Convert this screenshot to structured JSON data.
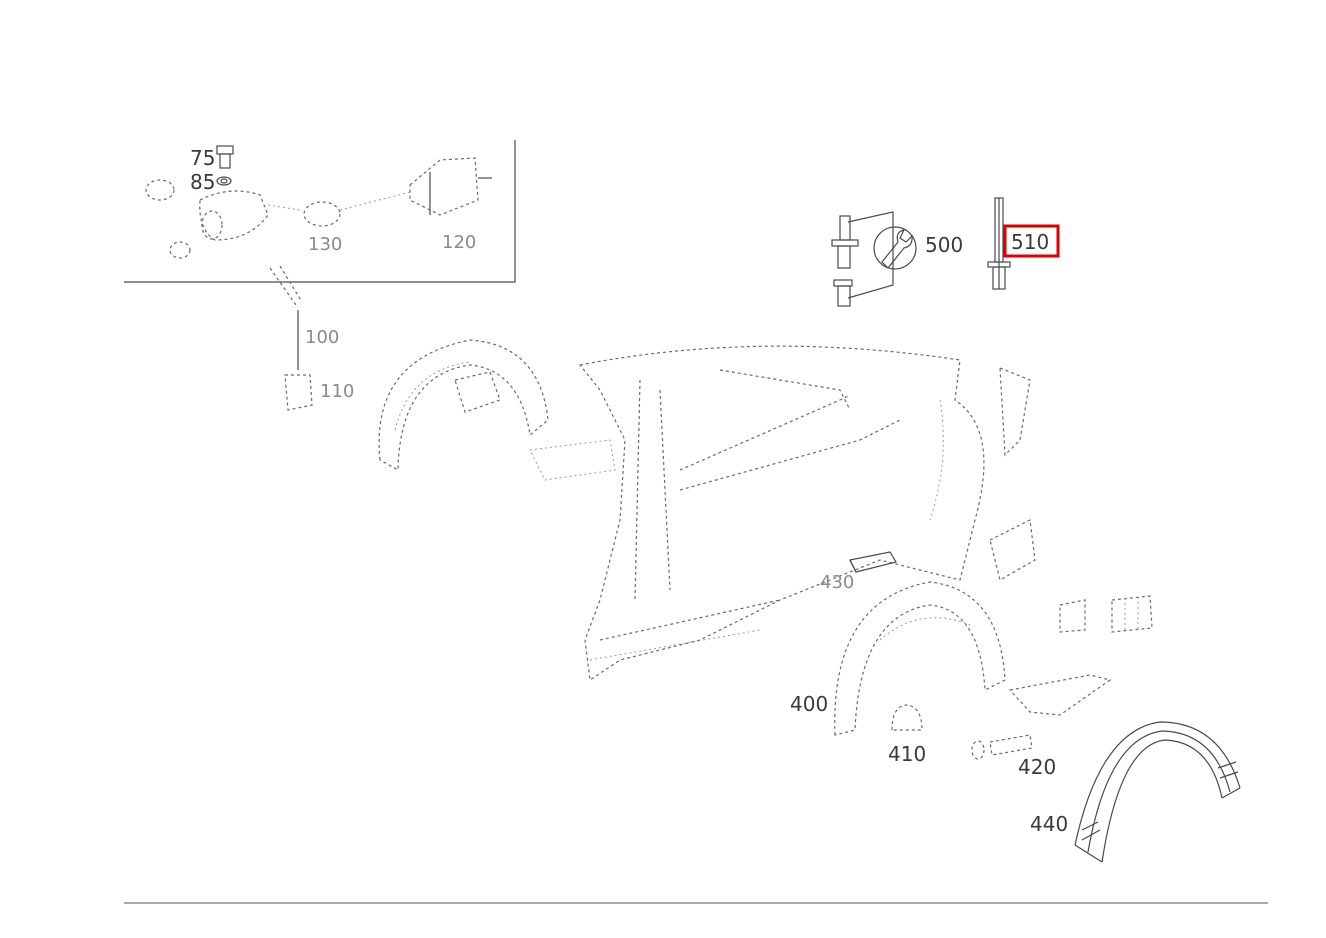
{
  "colors": {
    "line": "#4a4a4a",
    "highlight": "#e00000",
    "background": "#ffffff"
  },
  "callouts": {
    "c75": "75",
    "c85": "85",
    "c100": "100",
    "c110": "110",
    "c120": "120",
    "c130": "130",
    "c400": "400",
    "c410": "410",
    "c420": "420",
    "c430": "430",
    "c440": "440",
    "c500": "500",
    "c510": "510"
  },
  "icons": {
    "tool": "wrench-icon"
  }
}
